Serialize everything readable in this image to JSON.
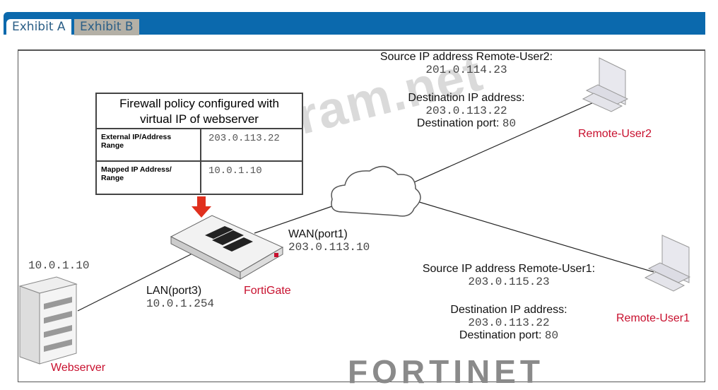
{
  "tabs": [
    {
      "label": "Exhibit A",
      "active": true
    },
    {
      "label": "Exhibit B",
      "active": false
    }
  ],
  "policy": {
    "title_line1": "Firewall policy configured with",
    "title_line2": "virtual IP of webserver",
    "rows": [
      {
        "key": "External IP/Address Range",
        "value": "203.0.113.22"
      },
      {
        "key": "Mapped IP Address/ Range",
        "value": "10.0.1.10"
      }
    ]
  },
  "remote_user2": {
    "src_label": "Source IP address Remote-User2:",
    "src_ip": "201.0.114.23",
    "dst_label": "Destination IP address:",
    "dst_ip": "203.0.113.22",
    "port_label": "Destination port:",
    "port": "80",
    "name": "Remote-User2"
  },
  "remote_user1": {
    "src_label": "Source IP address Remote-User1:",
    "src_ip": "203.0.115.23",
    "dst_label": "Destination IP address:",
    "dst_ip": "203.0.113.22",
    "port_label": "Destination port:",
    "port": "80",
    "name": "Remote-User1"
  },
  "fortigate": {
    "name": "FortiGate",
    "wan_label": "WAN(port1)",
    "wan_ip": "203.0.113.10",
    "lan_label": "LAN(port3)",
    "lan_ip": "10.0.1.254"
  },
  "webserver": {
    "name": "Webserver",
    "ip": "10.0.1.10"
  },
  "watermark": "freecram.net",
  "logo": "FORTINET",
  "colors": {
    "tab_bar": "#0b69ad",
    "device_label": "#c8102e"
  }
}
